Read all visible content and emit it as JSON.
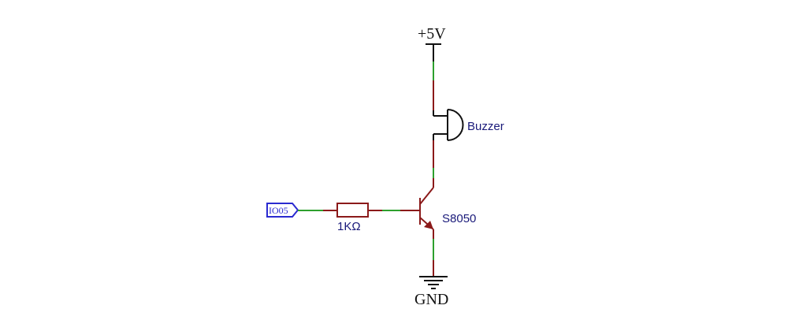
{
  "power": {
    "label": "+5V"
  },
  "ground": {
    "label": "GND"
  },
  "buzzer": {
    "label": "Buzzer"
  },
  "transistor": {
    "label": "S8050"
  },
  "resistor": {
    "label": "1KΩ"
  },
  "port": {
    "label": "IO05"
  },
  "colors": {
    "wire": "#8b1a1a",
    "pin_end": "#2ea02e",
    "symbol": "#111111",
    "port": "#2a2ad0",
    "component_label": "#1a1a7a"
  }
}
